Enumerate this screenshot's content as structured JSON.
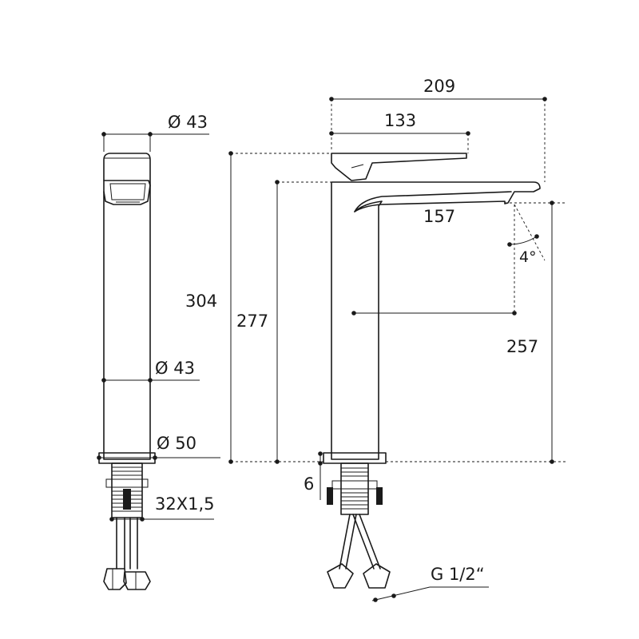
{
  "dimensions": {
    "side_top_diameter": "Ø 43",
    "side_body_diameter": "Ø 43",
    "side_base_diameter": "Ø 50",
    "thread_spec": "32X1,5",
    "overall_width": "209",
    "handle_length": "133",
    "total_height": "304",
    "body_height": "277",
    "spout_reach": "157",
    "spout_angle": "4°",
    "spout_height": "257",
    "base_clearance": "6",
    "connection_spec": "G 1/2“"
  }
}
